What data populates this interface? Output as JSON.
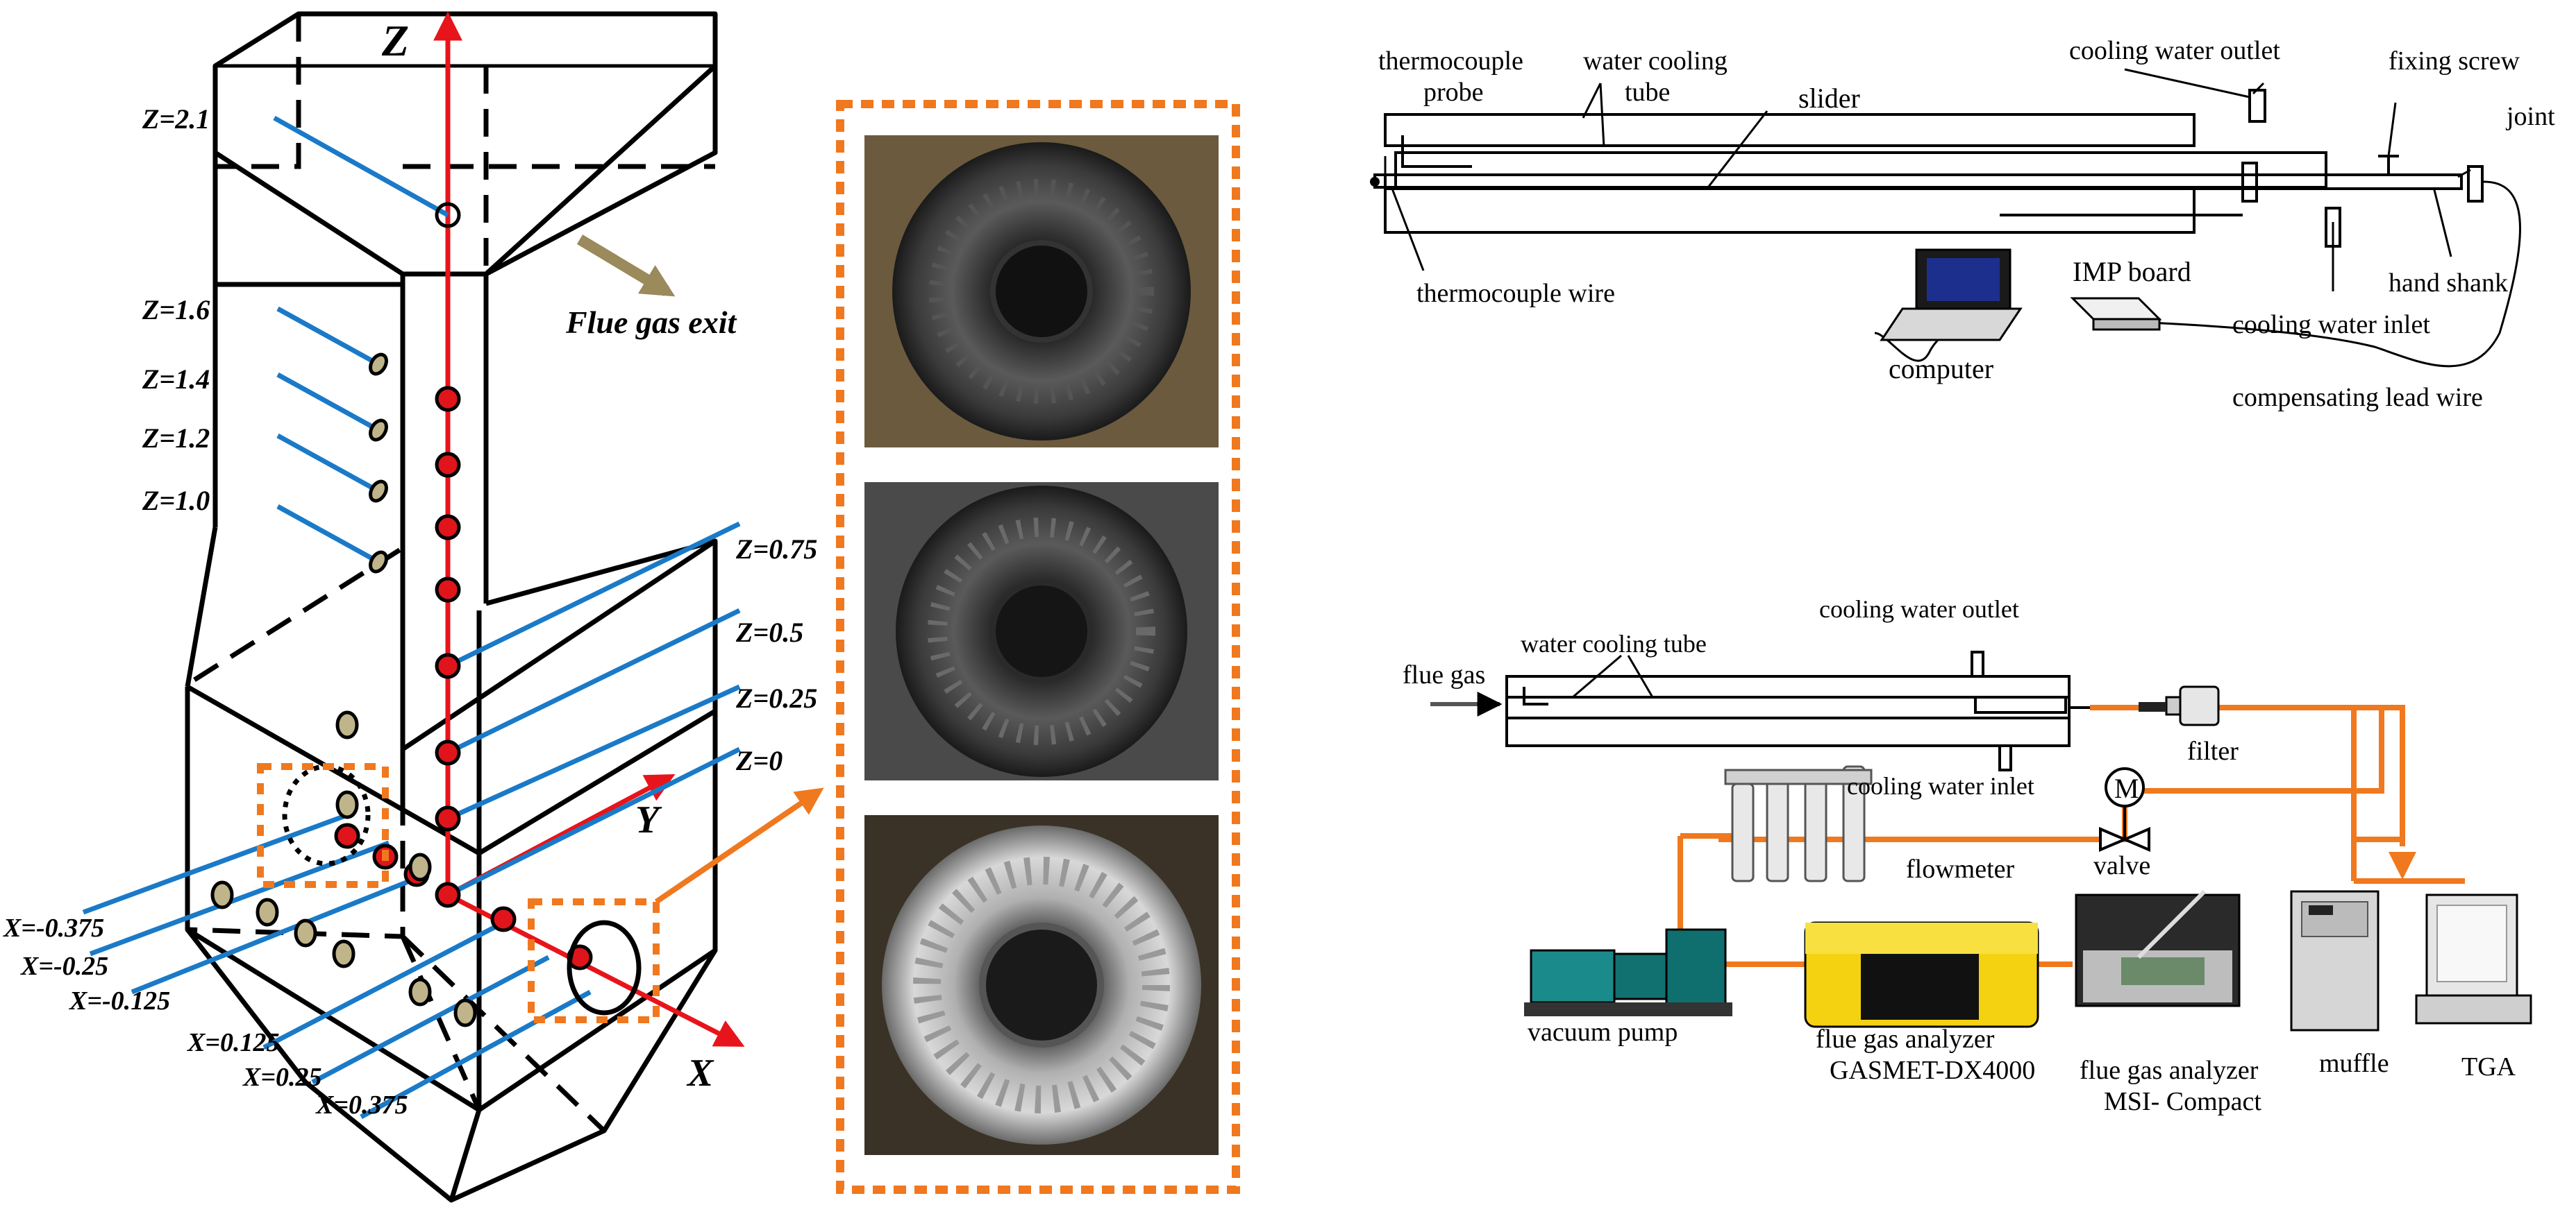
{
  "furnace": {
    "axes": {
      "z": "Z",
      "y": "Y",
      "x": "X"
    },
    "exit_label": "Flue gas exit",
    "z_labels_upper": [
      "Z=2.1",
      "Z=1.6",
      "Z=1.4",
      "Z=1.2",
      "Z=1.0"
    ],
    "z_labels_lower": [
      "Z=0.75",
      "Z=0.5",
      "Z=0.25",
      "Z=0"
    ],
    "x_labels_left": [
      "X=-0.375",
      "X=-0.25",
      "X=-0.125"
    ],
    "x_labels_right": [
      "X=0.125",
      "X=0.25",
      "X=0.375"
    ]
  },
  "photos": {
    "count": 3
  },
  "probe": {
    "labels": {
      "thermocouple_probe": "thermocouple\nprobe",
      "water_cooling_tube": "water cooling\ntube",
      "cooling_water_outlet": "cooling water outlet",
      "fixing_screw": "fixing screw",
      "joint": "joint",
      "slider": "slider",
      "thermocouple_wire": "thermocouple wire",
      "computer": "computer",
      "imp_board": "IMP board",
      "cooling_water_inlet": "cooling water inlet",
      "hand_shank": "hand shank",
      "compensating_lead_wire": "compensating lead wire"
    }
  },
  "sampling": {
    "labels": {
      "flue_gas": "flue gas",
      "water_cooling_tube": "water cooling tube",
      "cooling_water_outlet": "cooling water outlet",
      "cooling_water_inlet": "cooling water inlet",
      "filter": "filter",
      "flowmeter": "flowmeter",
      "valve": "valve",
      "vacuum_pump": "vacuum pump",
      "analyzer_gasmet": "flue gas analyzer\nGASMET-DX4000",
      "analyzer_msi": "flue gas analyzer\nMSI- Compact",
      "muffle": "muffle",
      "tga": "TGA",
      "motor_symbol": "M"
    }
  },
  "colors": {
    "axis_red": "#e8141b",
    "probe_blue": "#1a7ac8",
    "accent_orange": "#f0781e",
    "arrow_khaki": "#9a8a5c",
    "marker_red": "#e0141b",
    "marker_khaki": "#bfb48a"
  }
}
